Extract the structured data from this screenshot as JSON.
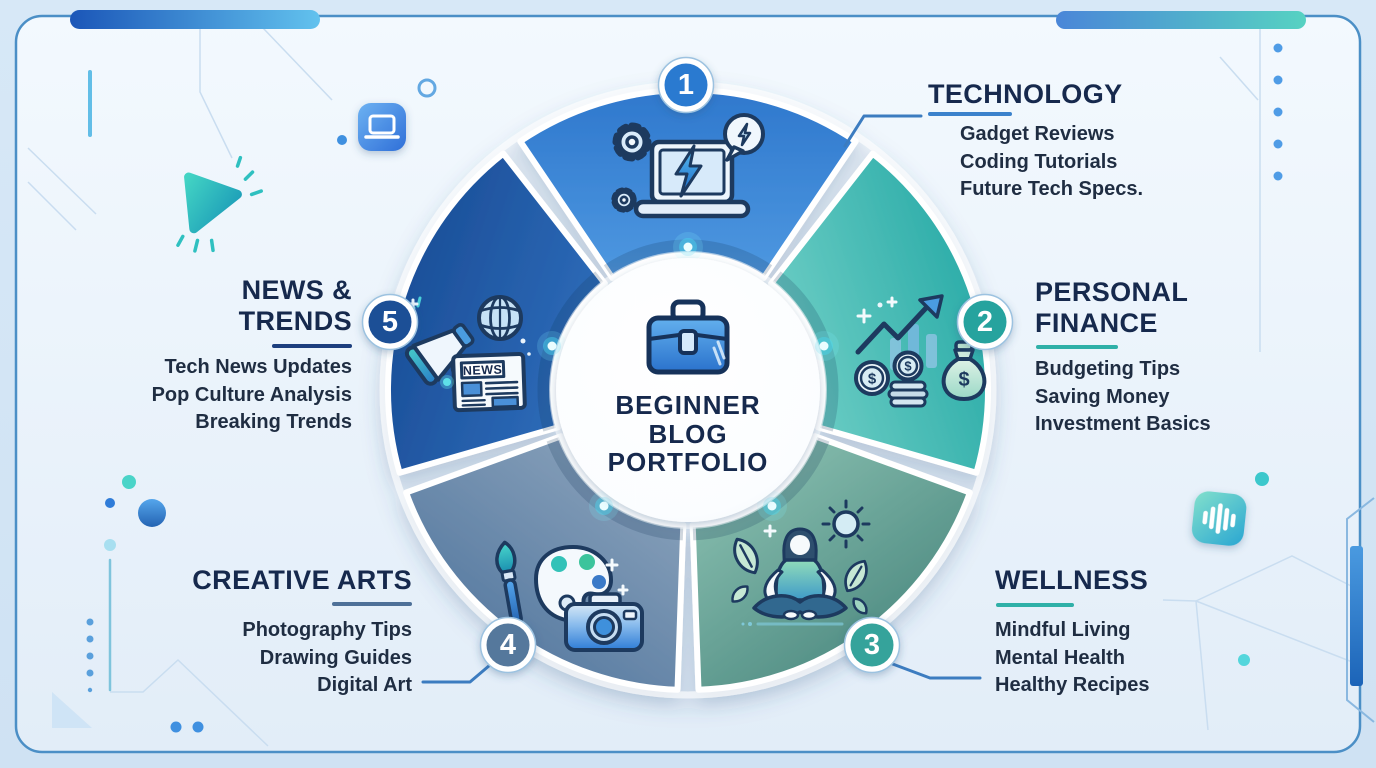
{
  "center": {
    "icon": "briefcase-icon",
    "title_lines": [
      "BEGINNER",
      "BLOG",
      "PORTFOLIO"
    ]
  },
  "icon_text": {
    "news": "NEWS",
    "dollar": "$"
  },
  "theme": {
    "background": "#d5e7f6",
    "panel_border": "#4b8fc6",
    "title_color": "#16294d",
    "item_color": "#1f2d42",
    "glow_dot": "#7ff0ff"
  },
  "categories": [
    {
      "number": "1",
      "title_lines": [
        "TECHNOLOGY"
      ],
      "items": [
        "Gadget Reviews",
        "Coding Tutorials",
        "Future Tech Specs."
      ],
      "icon": "laptop-bolt-icon",
      "color_inner": "#85bbee",
      "color_mid": "#4a94de",
      "color_outer": "#2f78cd",
      "badge_color": "#2b7ad0",
      "underline_color": "#3b82cc"
    },
    {
      "number": "2",
      "title_lines": [
        "PERSONAL",
        "FINANCE"
      ],
      "items": [
        "Budgeting Tips",
        "Saving Money",
        "Investment Basics"
      ],
      "icon": "finance-growth-icon",
      "color_inner": "#a5e4da",
      "color_mid": "#62c8c0",
      "color_outer": "#2faeaa",
      "badge_color": "#27a39e",
      "underline_color": "#2fb0a8"
    },
    {
      "number": "3",
      "title_lines": [
        "WELLNESS"
      ],
      "items": [
        "Mindful Living",
        "Mental Health",
        "Healthy Recipes"
      ],
      "icon": "meditation-icon",
      "color_inner": "#a9d2c2",
      "color_mid": "#7cb4a6",
      "color_outer": "#569288",
      "badge_color": "#35a39b",
      "underline_color": "#2fb0a8"
    },
    {
      "number": "4",
      "title_lines": [
        "CREATIVE ARTS"
      ],
      "items": [
        "Photography Tips",
        "Drawing Guides",
        "Digital Art"
      ],
      "icon": "palette-camera-icon",
      "color_inner": "#a3b8cd",
      "color_mid": "#7e99b5",
      "color_outer": "#5d7fa4",
      "badge_color": "#54789c",
      "underline_color": "#4e7098"
    },
    {
      "number": "5",
      "title_lines": [
        "NEWS &",
        "TRENDS"
      ],
      "items": [
        "Tech News Updates",
        "Pop Culture Analysis",
        "Breaking Trends"
      ],
      "icon": "megaphone-news-icon",
      "color_inner": "#4585cf",
      "color_mid": "#2a67b4",
      "color_outer": "#1c509a",
      "badge_color": "#1c4f96",
      "underline_color": "#1d3f7e"
    }
  ]
}
